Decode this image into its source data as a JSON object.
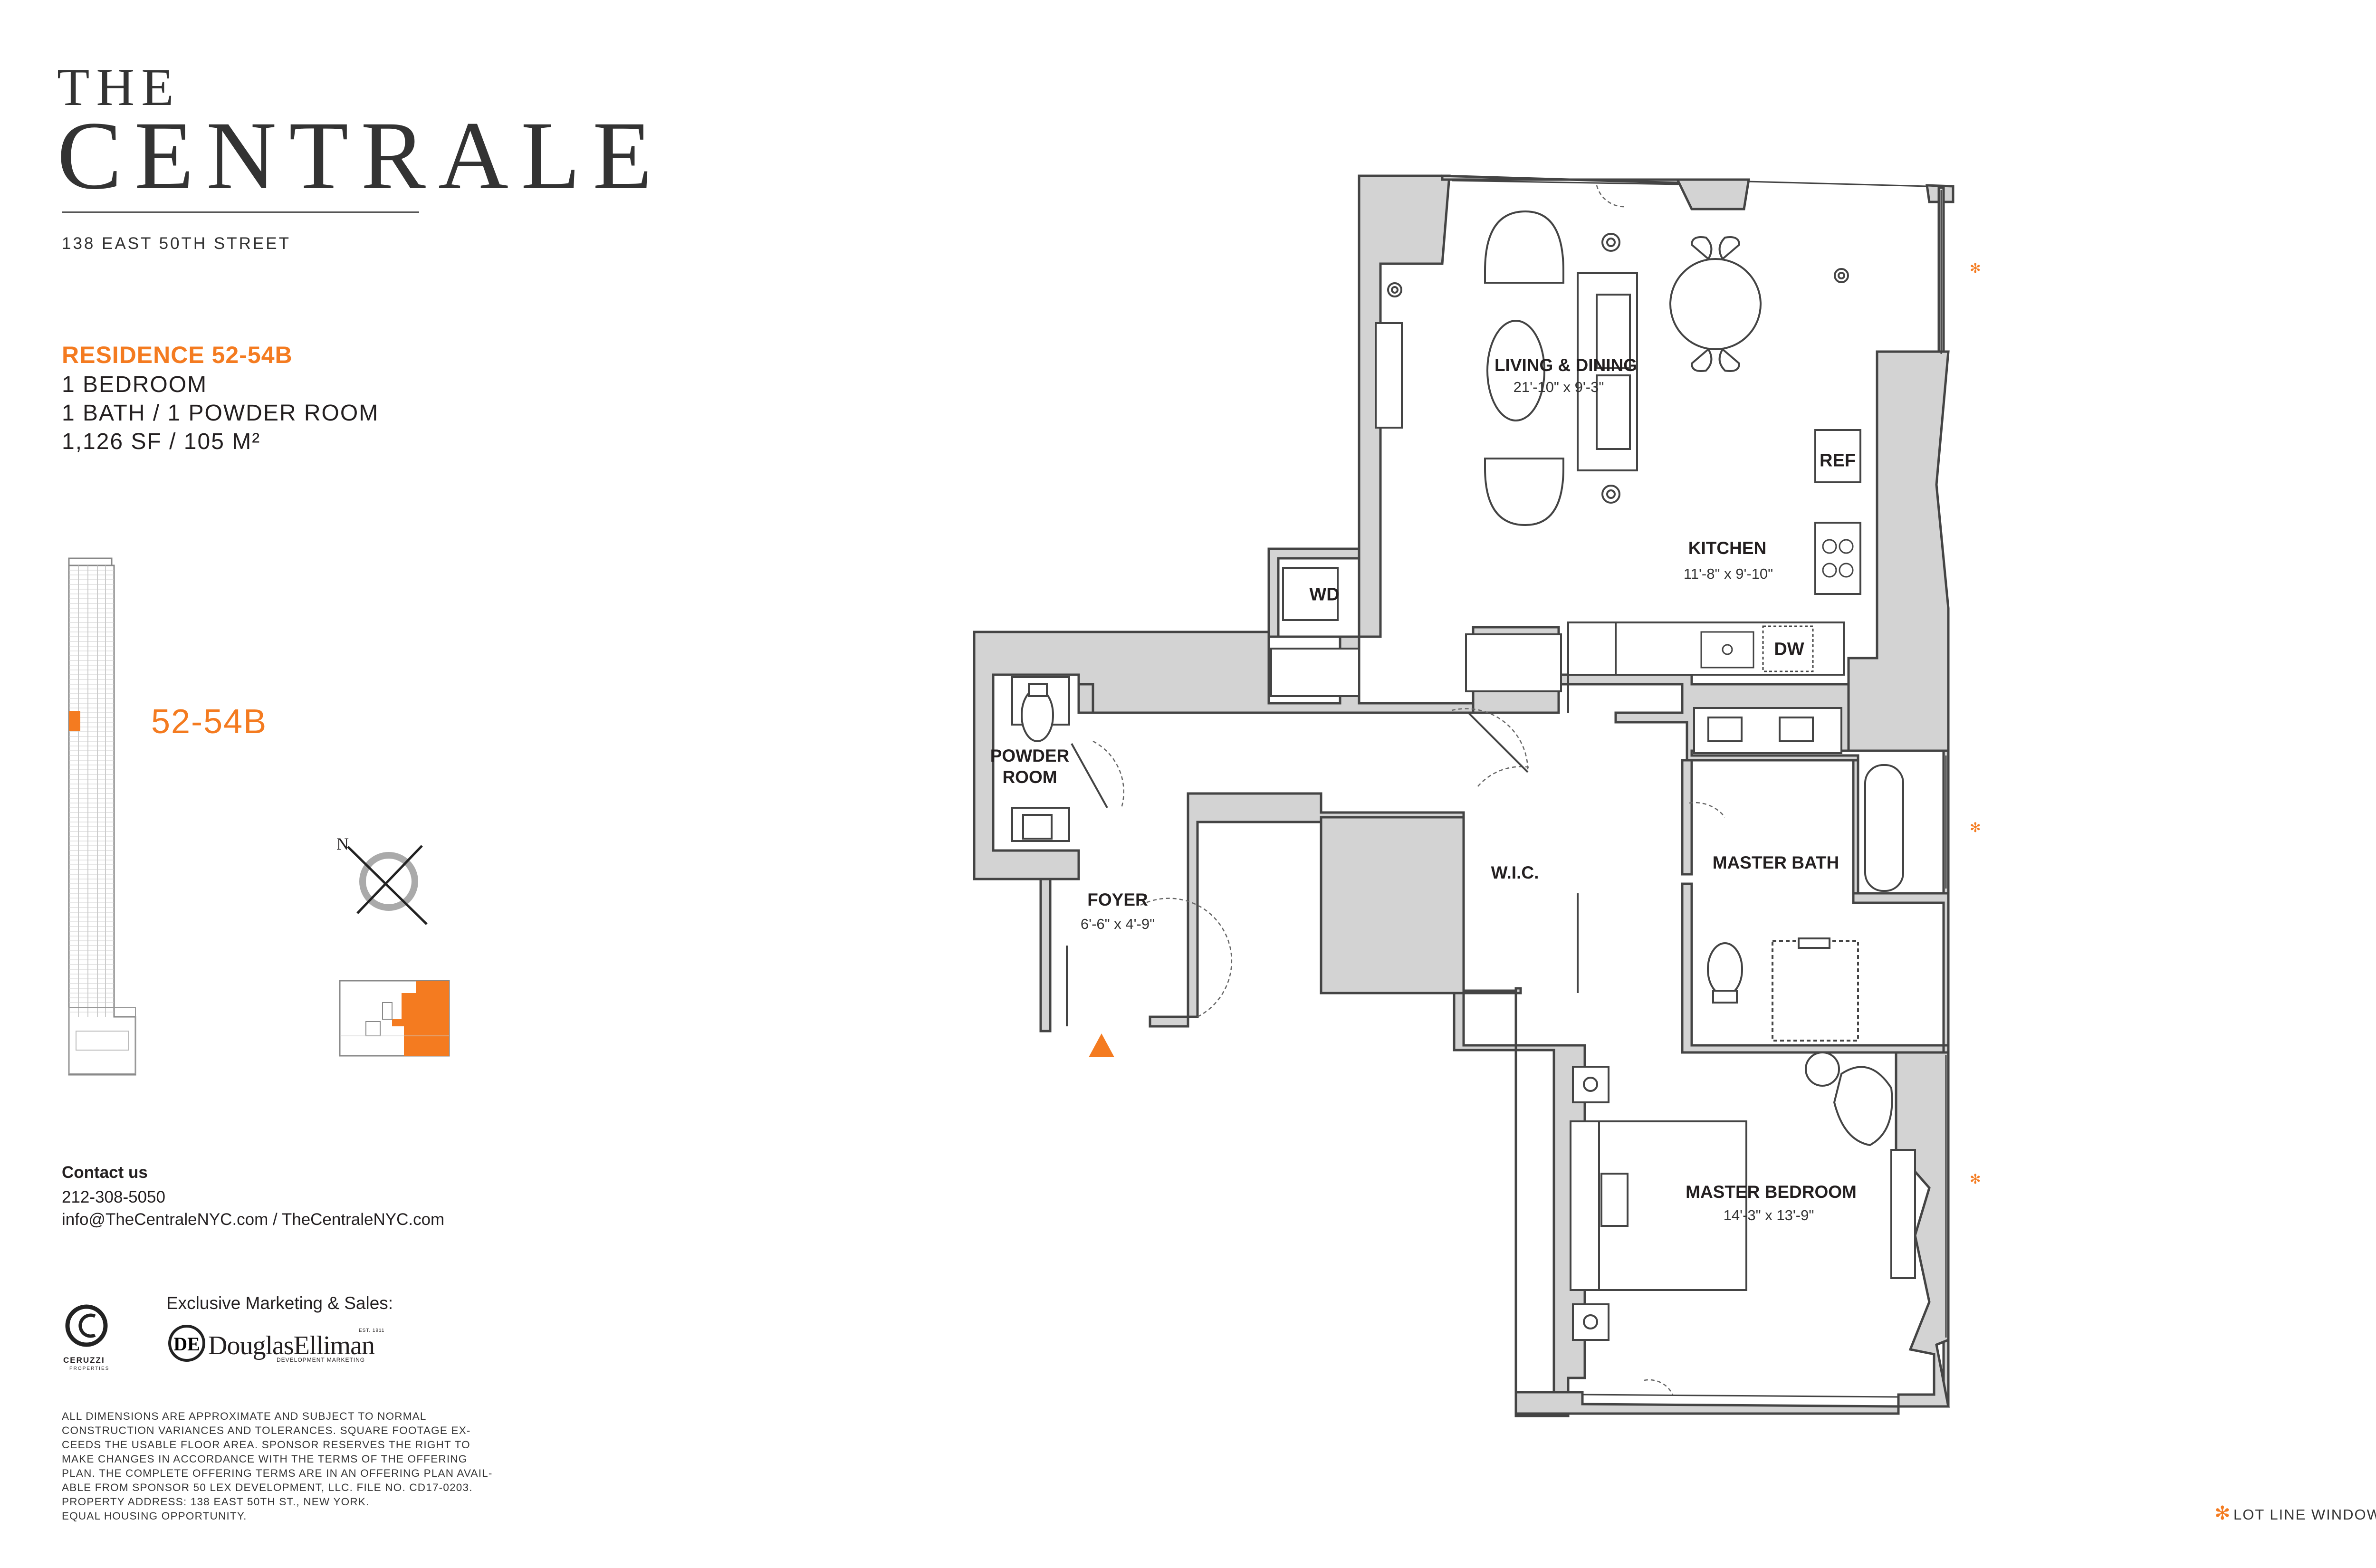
{
  "brand": {
    "the": "THE",
    "name": "CENTRALE",
    "address": "138 EAST 50TH STREET"
  },
  "residence": {
    "title": "RESIDENCE 52-54B",
    "bedrooms": "1 BEDROOM",
    "baths": "1 BATH / 1 POWDER ROOM",
    "area": "1,126 SF / 105 M²",
    "unit_tag": "52-54B"
  },
  "compass": {
    "north": "N"
  },
  "contact": {
    "heading": "Contact us",
    "phone": "212-308-5050",
    "email_web": "info@TheCentraleNYC.com / TheCentraleNYC.com"
  },
  "marketing": {
    "label": "Exclusive Marketing & Sales:",
    "developer_logo_text": "CERUZZI",
    "developer_logo_sub": "PROPERTIES",
    "broker_logo_text": "DouglasElliman",
    "broker_logo_sub": "DEVELOPMENT MARKETING",
    "broker_logo_est": "EST. 1911"
  },
  "disclaimer": [
    "ALL DIMENSIONS ARE APPROXIMATE AND SUBJECT TO NORMAL",
    "CONSTRUCTION VARIANCES AND TOLERANCES. SQUARE FOOTAGE EX-",
    "CEEDS THE USABLE FLOOR AREA. SPONSOR RESERVES THE RIGHT TO",
    "MAKE CHANGES IN ACCORDANCE WITH THE TERMS OF THE OFFERING",
    "PLAN. THE COMPLETE OFFERING TERMS ARE IN AN OFFERING PLAN AVAIL-",
    "ABLE FROM SPONSOR 50 LEX DEVELOPMENT, LLC. FILE NO. CD17-0203.",
    "PROPERTY ADDRESS: 138 EAST 50TH ST., NEW YORK.",
    "EQUAL HOUSING OPPORTUNITY."
  ],
  "rooms": {
    "living": {
      "name": "LIVING & DINING",
      "dim": "21'-10\" x 9'-3\""
    },
    "kitchen": {
      "name": "KITCHEN",
      "dim": "11'-8\" x 9'-10\""
    },
    "powder": {
      "name_1": "POWDER",
      "name_2": "ROOM"
    },
    "foyer": {
      "name": "FOYER",
      "dim": "6'-6\" x 4'-9\""
    },
    "wic": {
      "name": "W.I.C."
    },
    "master_bath": {
      "name": "MASTER BATH"
    },
    "master_bedroom": {
      "name": "MASTER BEDROOM",
      "dim": "14'-3\" x 13'-9\""
    }
  },
  "appliances": {
    "wd": "WD",
    "ref": "REF",
    "dw": "DW"
  },
  "legend": {
    "symbol": "✻",
    "label": "LOT LINE WINDOWS"
  },
  "colors": {
    "accent": "#f47b20",
    "wall_fill": "#d3d3d3",
    "wall_stroke": "#444444",
    "text": "#231f20"
  }
}
